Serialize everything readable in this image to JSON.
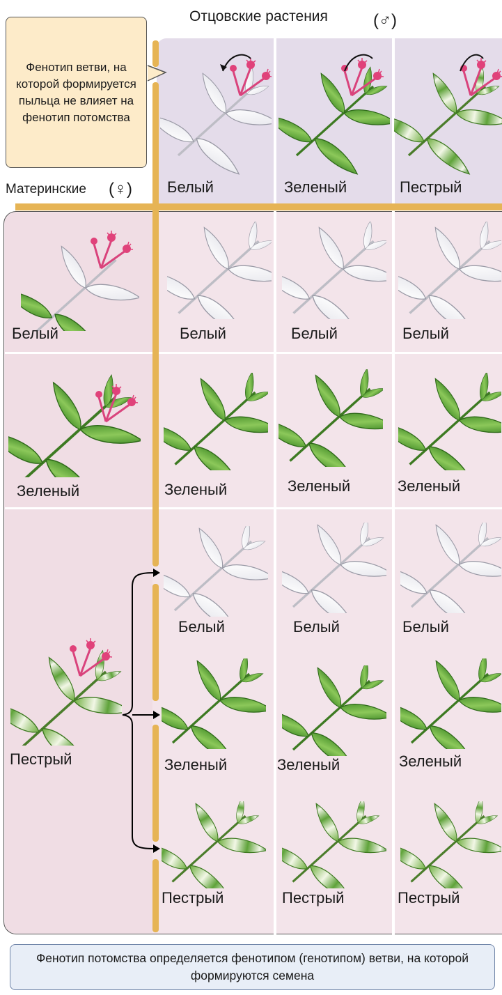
{
  "header": {
    "paternal_label": "Отцовские растения",
    "male_symbol": "(♂)",
    "maternal_label": "Материнские",
    "female_symbol": "(♀)"
  },
  "note_top": "Фенотип ветви, на которой формируется пыльца не влияет на фенотип потомства",
  "paternal_columns": [
    "Белый",
    "Зеленый",
    "Пестрый"
  ],
  "maternal_rows": [
    {
      "label": "Белый",
      "offspring": [
        "Белый",
        "Белый",
        "Белый"
      ]
    },
    {
      "label": "Зеленый",
      "offspring": [
        "Зеленый",
        "Зеленый",
        "Зеленый"
      ]
    },
    {
      "label": "Пестрый",
      "offspring_rows": [
        [
          "Белый",
          "Белый",
          "Белый"
        ],
        [
          "Зеленый",
          "Зеленый",
          "Зеленый"
        ],
        [
          "Пестрый",
          "Пестрый",
          "Пестрый"
        ]
      ]
    }
  ],
  "note_bottom": "Фенотип потомства определяется фенотипом (генотипом) ветви, на которой формируются семена",
  "colors": {
    "panel_purple": "#e4dcea",
    "panel_pink": "#f3e4ea",
    "gold": "#e6b455",
    "note_orange": "#fdebc9",
    "note_blue": "#e8eef7",
    "flower": "#e0427a",
    "leaf_green": "#4f9a2e"
  }
}
